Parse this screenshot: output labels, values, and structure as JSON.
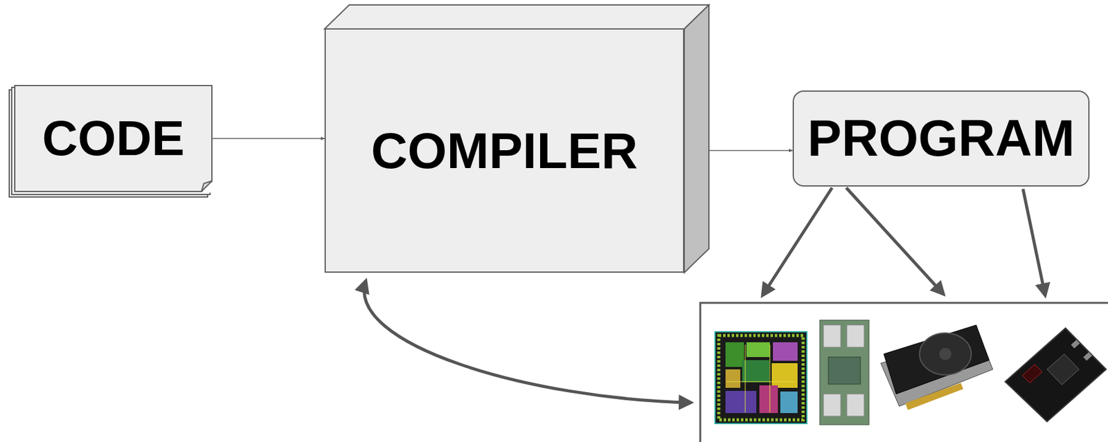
{
  "diagram": {
    "nodes": [
      {
        "text": [
          "CODE"
        ]
      },
      {
        "text": [
          "COMPILER"
        ]
      },
      {
        "text": [
          "PROGRAM"
        ]
      }
    ],
    "edges": [
      {
        "from": 0,
        "to": 1,
        "arrow": "to"
      },
      {
        "from": 1,
        "to": 2,
        "arrow": "to"
      }
    ]
  }
}
